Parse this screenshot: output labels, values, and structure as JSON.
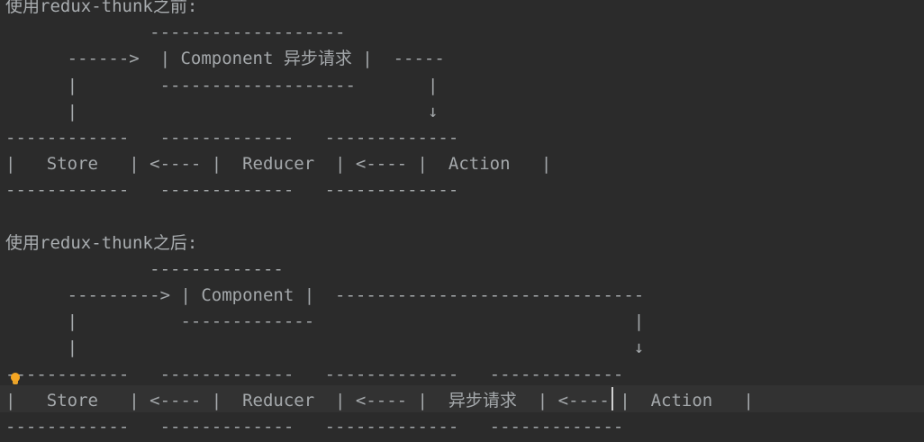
{
  "editor": {
    "theme": "darcula",
    "background_color": "#2b2b2b",
    "text_color": "#9aa0a6",
    "current_line_color": "#323232",
    "caret_color": "#d0d0d0",
    "bulb_color": "#f5a623",
    "bulb_icon": "lightbulb-intention-icon",
    "caret_icon": "text-caret"
  },
  "document": {
    "section_before": {
      "heading": "使用redux-thunk之前:",
      "lines": [
        "                  -------------------",
        "      ------>   | Component  异步请求 |   -----",
        "      |           -------------------          |",
        "      |                                        ↓",
        "------------    -------------    -------------",
        "|   Store   | <----  |  Reducer  | <----  |  Action   |",
        "------------    -------------    -------------"
      ]
    },
    "section_after": {
      "heading": "使用redux-thunk之后:",
      "lines": [
        "                  -------------",
        "      --------->  | Component |   -------------------------------",
        "      |            -------------                                 |",
        "      |                                                          ↓",
        "------------    -------------    -------------    -------------",
        "|   Store   | <----  |  Reducer  | <----  |  异步请求  | <----  |  Action   |",
        "------------    -------------    -------------    -------------"
      ]
    },
    "labels": {
      "store": "Store",
      "reducer": "Reducer",
      "action": "Action",
      "component": "Component",
      "async_request": "异步请求"
    }
  },
  "rendered_lines": [
    "使用redux-thunk之前:",
    "              ------------------- ",
    "      ------>  | Component 异步请求 |  -----",
    "      |        -------------------       |",
    "      |                                  ↓",
    "------------   -------------   -------------",
    "|   Store   | <---- |  Reducer  | <---- |  Action   |",
    "------------   -------------   -------------",
    "",
    "使用redux-thunk之后:",
    "              -------------",
    "      ---------> | Component |  ------------------------------",
    "      |          -------------                               |",
    "      |                                                      ↓",
    "------------   -------------   -------------   -------------",
    "|   Store   | <---- |  Reducer  | <---- |  异步请求  | <---- |  Action   |",
    "------------   -------------   -------------   -------------"
  ]
}
